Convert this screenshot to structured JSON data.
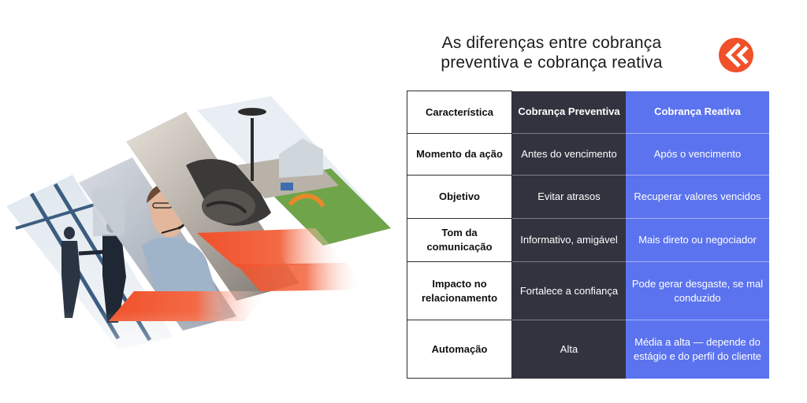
{
  "title": {
    "line1": "As diferenças entre cobrança",
    "line2": "preventiva e cobrança reativa"
  },
  "colors": {
    "brand_orange": "#f0502a",
    "preventive_bg": "#32333f",
    "reactive_bg": "#5b73ee"
  },
  "table": {
    "header": [
      "Característica",
      "Cobrança Preventiva",
      "Cobrança Reativa"
    ],
    "rows": [
      [
        "Momento da ação",
        "Antes do vencimento",
        "Após o vencimento"
      ],
      [
        "Objetivo",
        "Evitar atrasos",
        "Recuperar valores vencidos"
      ],
      [
        "Tom da comunicação",
        "Informativo, amigável",
        "Mais direto ou negociador"
      ],
      [
        "Impacto no relacionamento",
        "Fortalece a confiança",
        "Pode gerar desgaste, se mal conduzido"
      ],
      [
        "Automação",
        "Alta",
        "Média a alta  — depende do estágio e do perfil do cliente"
      ]
    ]
  },
  "icons": {
    "logo": "chevron-logo-icon"
  }
}
